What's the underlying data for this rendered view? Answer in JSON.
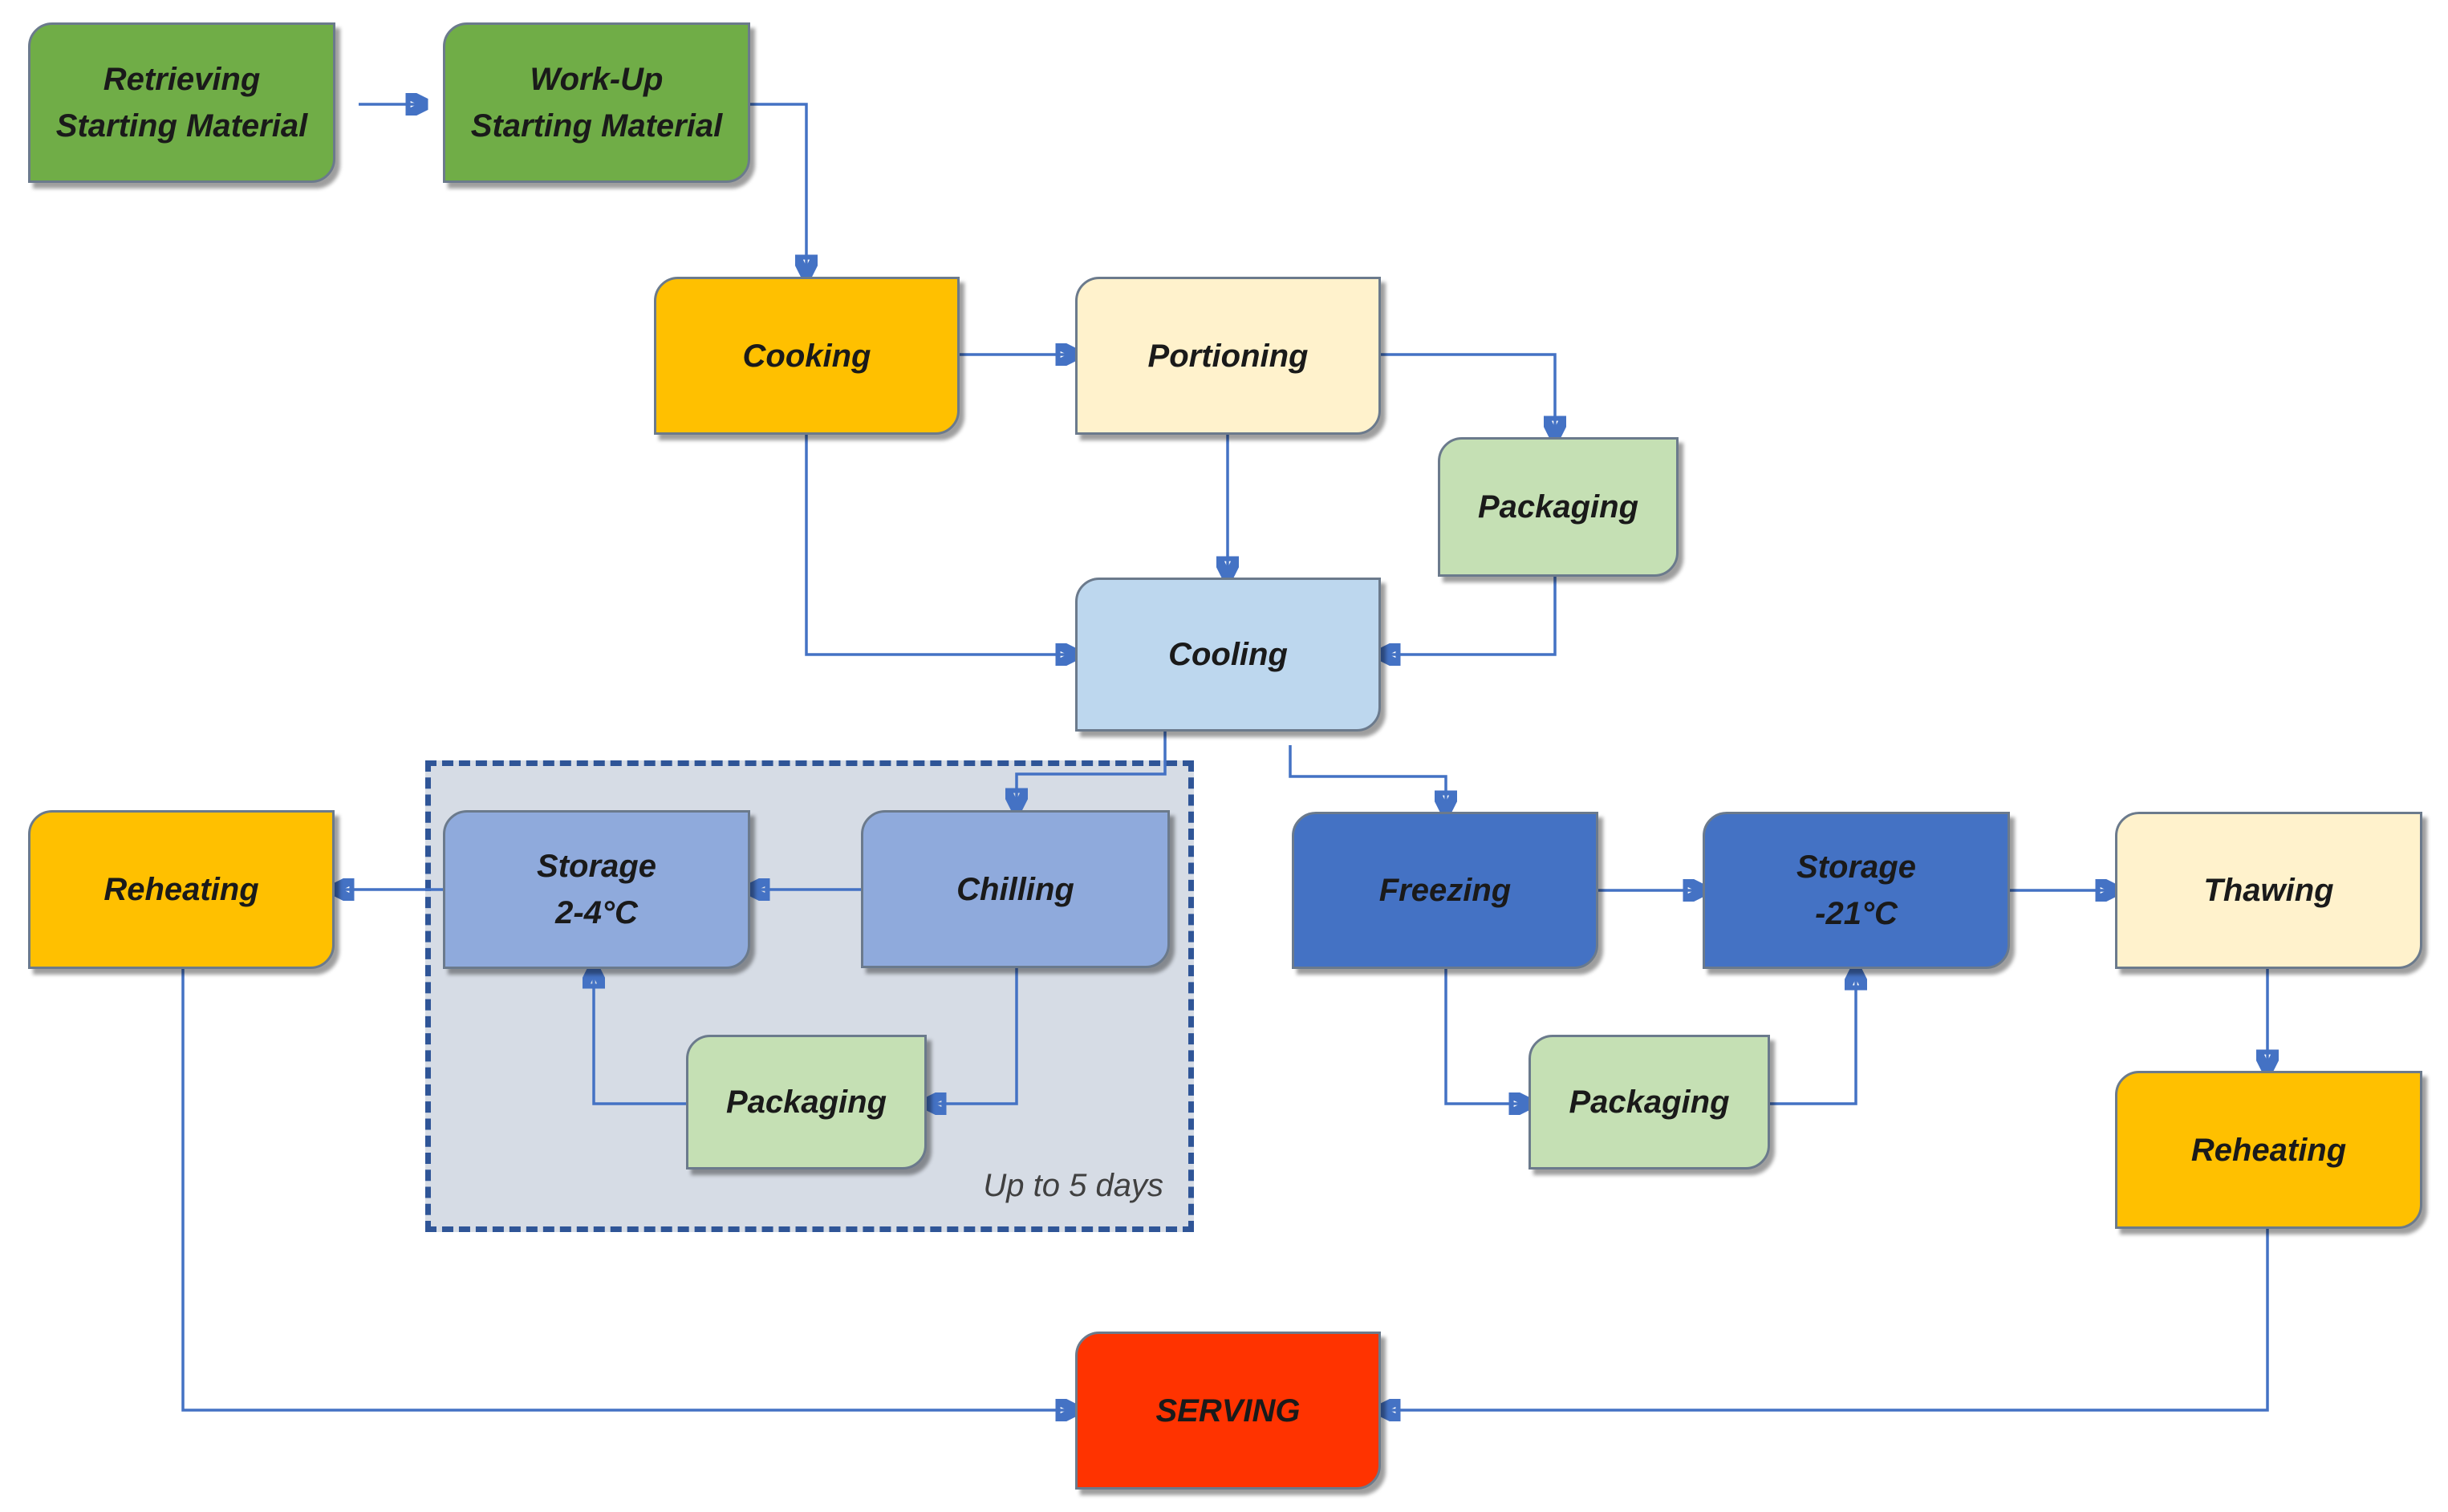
{
  "colors": {
    "green": "#70ad47",
    "orange": "#ffc000",
    "cream": "#fff2cc",
    "light_green": "#c5e0b4",
    "light_blue": "#bdd7ee",
    "mid_blue": "#8faadc",
    "dark_blue": "#4472c4",
    "red": "#ff3300",
    "connector": "#4472c4",
    "zone_fill": "#d6dce5",
    "zone_border": "#2f5597"
  },
  "nodes": {
    "retrieving": {
      "label": "Retrieving\nStarting Material"
    },
    "workup": {
      "label": "Work-Up\nStarting Material"
    },
    "cooking": {
      "label": "Cooking"
    },
    "portioning": {
      "label": "Portioning"
    },
    "packaging_top": {
      "label": "Packaging"
    },
    "cooling": {
      "label": "Cooling"
    },
    "reheating_left": {
      "label": "Reheating"
    },
    "storage_chilled": {
      "label": "Storage\n2-4°C"
    },
    "chilling": {
      "label": "Chilling"
    },
    "packaging_chilled": {
      "label": "Packaging"
    },
    "freezing": {
      "label": "Freezing"
    },
    "storage_frozen": {
      "label": "Storage\n-21°C"
    },
    "thawing": {
      "label": "Thawing"
    },
    "packaging_frozen": {
      "label": "Packaging"
    },
    "reheating_right": {
      "label": "Reheating"
    },
    "serving": {
      "label": "SERVING"
    }
  },
  "zone": {
    "note": "Up to 5 days"
  },
  "edges": [
    [
      "retrieving",
      "workup"
    ],
    [
      "workup",
      "cooking"
    ],
    [
      "cooking",
      "portioning"
    ],
    [
      "cooking",
      "cooling"
    ],
    [
      "portioning",
      "packaging_top"
    ],
    [
      "portioning",
      "cooling"
    ],
    [
      "packaging_top",
      "cooling"
    ],
    [
      "cooling",
      "chilling"
    ],
    [
      "cooling",
      "freezing"
    ],
    [
      "chilling",
      "storage_chilled"
    ],
    [
      "chilling",
      "packaging_chilled"
    ],
    [
      "packaging_chilled",
      "storage_chilled"
    ],
    [
      "storage_chilled",
      "reheating_left"
    ],
    [
      "reheating_left",
      "serving"
    ],
    [
      "freezing",
      "storage_frozen"
    ],
    [
      "freezing",
      "packaging_frozen"
    ],
    [
      "packaging_frozen",
      "storage_frozen"
    ],
    [
      "storage_frozen",
      "thawing"
    ],
    [
      "thawing",
      "reheating_right"
    ],
    [
      "reheating_right",
      "serving"
    ]
  ]
}
